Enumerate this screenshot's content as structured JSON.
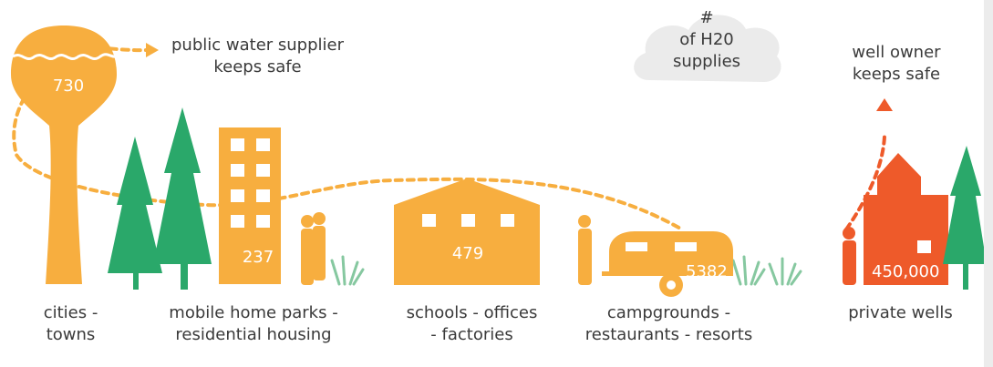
{
  "title": {
    "line1": "#",
    "line2": "of H20",
    "line3": "supplies"
  },
  "callouts": {
    "public": {
      "line1": "public water supplier",
      "line2": "keeps safe"
    },
    "well": {
      "line1": "well owner",
      "line2": "keeps safe"
    }
  },
  "categories": [
    {
      "label1": "cities -",
      "label2": "towns",
      "count": "730"
    },
    {
      "label1": "mobile home parks -",
      "label2": "residential housing",
      "count": "237"
    },
    {
      "label1": "schools - offices",
      "label2": "- factories",
      "count": "479"
    },
    {
      "label1": "campgrounds -",
      "label2": "restaurants - resorts",
      "count": "5382"
    },
    {
      "label1": "private wells",
      "count": "450,000"
    }
  ],
  "colors": {
    "public_orange": "#f7ae3f",
    "private_red": "#ee5a2a",
    "tree_green": "#2aa86a",
    "grass_green": "#86c8a0",
    "cloud_gray": "#ebebeb",
    "text": "#3a3a3a"
  },
  "icons": [
    "water-tower-icon",
    "pine-tree-icon",
    "apartment-building-icon",
    "people-icon",
    "grass-icon",
    "school-building-icon",
    "travel-trailer-icon",
    "house-icon",
    "person-icon",
    "cloud-icon"
  ]
}
